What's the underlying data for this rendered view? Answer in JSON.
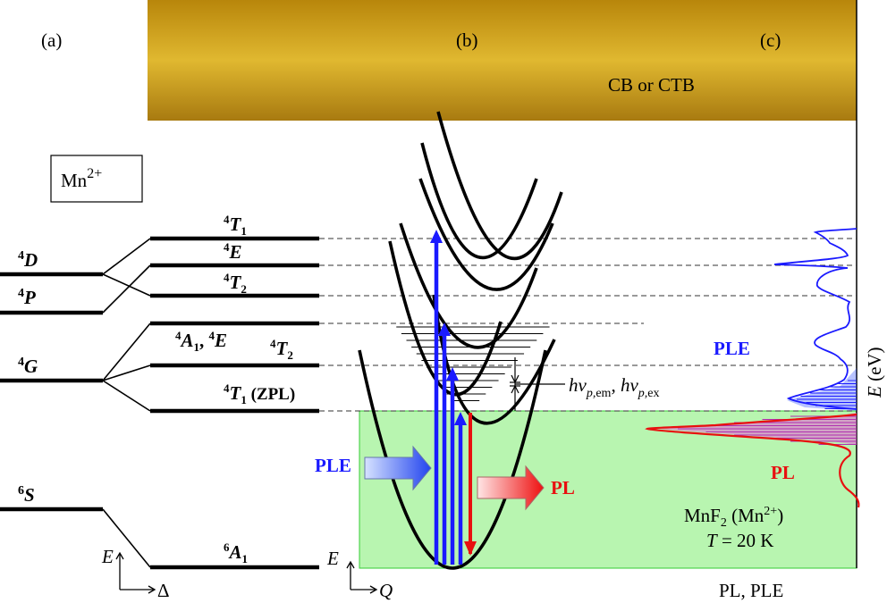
{
  "panels": {
    "a": "(a)",
    "b": "(b)",
    "c": "(c)"
  },
  "cb_label": "CB or CTB",
  "ion_box": {
    "base": "Mn",
    "sup": "2+"
  },
  "free_ion_terms": [
    {
      "sup": "4",
      "name": "D"
    },
    {
      "sup": "4",
      "name": "P"
    },
    {
      "sup": "4",
      "name": "G"
    },
    {
      "sup": "6",
      "name": "S"
    }
  ],
  "crystal_field_levels": [
    {
      "sup": "4",
      "name": "T",
      "sub": "1",
      "suffix": ""
    },
    {
      "sup": "4",
      "name": "E",
      "sub": "",
      "suffix": ""
    },
    {
      "sup": "4",
      "name": "T",
      "sub": "2",
      "suffix": ""
    },
    {
      "sup": "4",
      "name": "A",
      "sub": "1",
      "suffix": ", ",
      "sup2": "4",
      "name2": "E"
    },
    {
      "sup": "4",
      "name": "T",
      "sub": "2",
      "suffix": ""
    },
    {
      "sup": "4",
      "name": "T",
      "sub": "1",
      "suffix": " (ZPL)"
    },
    {
      "sup": "6",
      "name": "A",
      "sub": "1",
      "suffix": ""
    }
  ],
  "axes_a": {
    "y": "E",
    "x": "Δ"
  },
  "axes_b": {
    "y": "E",
    "x": "Q"
  },
  "axis_c": {
    "y": "E",
    "y_unit": " (eV)",
    "x": "PL, PLE"
  },
  "phonon_label": {
    "h": "h",
    "nu": "ν",
    "sub1": "p,",
    "sub1b": "em",
    "sep": ", ",
    "sub2": "p,",
    "sub2b": "ex"
  },
  "ple_arrow_label": "PLE",
  "pl_arrow_label": "PL",
  "ple_spectrum_label": "PLE",
  "pl_spectrum_label": "PL",
  "sample": {
    "formula": "MnF",
    "formula_sub": "2",
    "ion": " (Mn",
    "ion_sup": "2+",
    "ion_close": ")",
    "temp_var": "T",
    "temp_val": " = 20 K"
  },
  "colors": {
    "cb_top": "#b8860b",
    "cb_mid": "#e0b830",
    "green_fill": "#b8f5b0",
    "ple_blue": "#1a1aff",
    "pl_red": "#e81010",
    "pl_fill": "#cc44cc"
  }
}
